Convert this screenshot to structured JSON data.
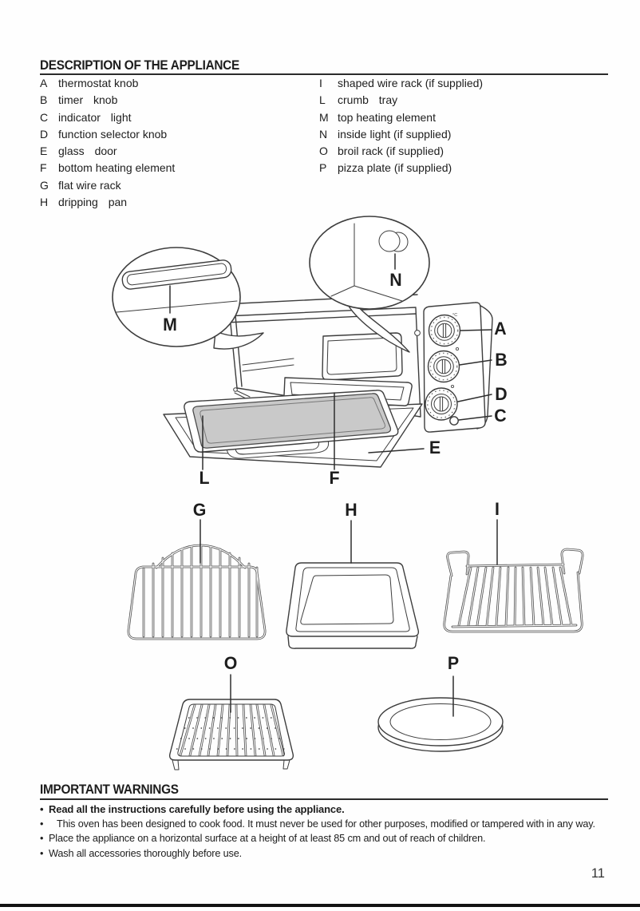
{
  "page": {
    "number": "11"
  },
  "colors": {
    "ink": "#1d1d1d",
    "line": "#3d3d3d",
    "tray_fill": "#c9c9c9",
    "rule": "#2b2b2b"
  },
  "description_section": {
    "title": "DESCRIPTION OF THE APPLIANCE",
    "left_items": [
      {
        "key": "A",
        "label": "thermostat knob"
      },
      {
        "key": "B",
        "label": "timer knob"
      },
      {
        "key": "C",
        "label": "indicator light"
      },
      {
        "key": "D",
        "label": "function selector knob"
      },
      {
        "key": "E",
        "label": "glass door"
      },
      {
        "key": "F",
        "label": "bottom heating element"
      },
      {
        "key": "G",
        "label": "flat wire rack"
      },
      {
        "key": "H",
        "label": "dripping pan"
      }
    ],
    "right_items": [
      {
        "key": "I",
        "label": "shaped wire rack (if supplied)"
      },
      {
        "key": "L",
        "label": "crumb tray"
      },
      {
        "key": "M",
        "label": "top heating element"
      },
      {
        "key": "N",
        "label": "inside light (if supplied)"
      },
      {
        "key": "O",
        "label": "broil rack (if supplied)"
      },
      {
        "key": "P",
        "label": "pizza plate (if supplied)"
      }
    ]
  },
  "diagram": {
    "knob_a_mark": "°C",
    "callouts": {
      "A": "A",
      "B": "B",
      "C": "C",
      "D": "D",
      "E": "E",
      "F": "F",
      "G": "G",
      "H": "H",
      "I": "I",
      "L": "L",
      "M": "M",
      "N": "N",
      "O": "O",
      "P": "P"
    }
  },
  "warnings_section": {
    "title": "IMPORTANT WARNINGS",
    "bullet_char": "•",
    "bullets": [
      {
        "text": "Read all the instructions carefully before using the appliance."
      },
      {
        "text": "This oven has been designed to cook food. It must never be used for other purposes, modified or tampered with in any way."
      },
      {
        "text": "Place the appliance on a horizontal surface at a height of at least 85 cm and out of reach of children."
      },
      {
        "text": "Wash all accessories thoroughly before use."
      }
    ]
  }
}
